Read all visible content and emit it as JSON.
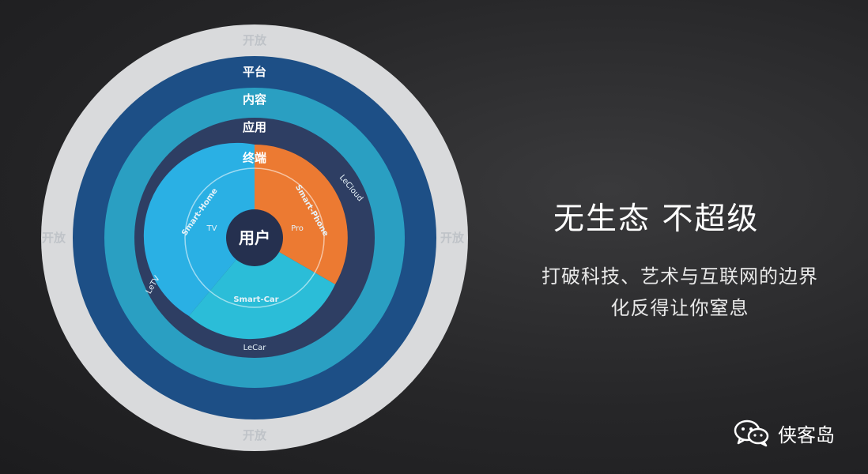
{
  "diagram": {
    "center": "用户",
    "rings": {
      "inner_top": "终端",
      "content": "应用",
      "mid": "内容",
      "platform": "平台",
      "outer_top": "开放",
      "outer_left": "开放",
      "outer_right": "开放",
      "outer_bottom": "开放"
    },
    "segments": {
      "left": "Smart-Home",
      "right": "Smart-Phone",
      "bottom": "Smart-Car"
    },
    "labels": {
      "tv": "TV",
      "phone_pro": "Pro",
      "letv": "LeTV",
      "lecloud": "LeCloud",
      "lecar": "LeCar"
    },
    "colors": {
      "outer": "#d9dadc",
      "platform": "#1d4f86",
      "content": "#2a9fc2",
      "apps": "#2e3e63",
      "home": "#2ab0e4",
      "phone": "#ec7a32",
      "car": "#2bbdd8",
      "center": "#25304f"
    }
  },
  "headline": "无生态  不超级",
  "subline1": "打破科技、艺术与互联网的边界",
  "subline2": "化反得让你窒息",
  "watermark": {
    "icon": "wechat-icon",
    "text": "侠客岛"
  }
}
